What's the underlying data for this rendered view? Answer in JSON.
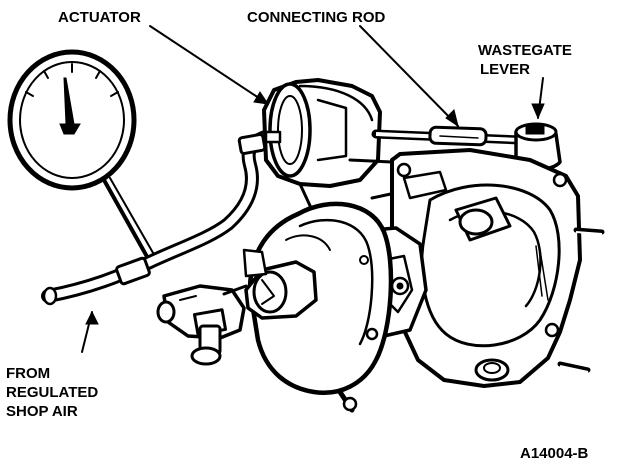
{
  "labels": {
    "actuator": "ACTUATOR",
    "connecting_rod": "CONNECTING ROD",
    "wastegate_lever_line1": "WASTEGATE",
    "wastegate_lever_line2": "LEVER",
    "from_line1": "FROM",
    "from_line2": "REGULATED",
    "from_line3": "SHOP AIR",
    "figure_id": "A14004-B"
  },
  "icons": {
    "gauge": "pressure-gauge-icon",
    "turbo": "turbocharger-icon"
  },
  "colors": {
    "ink": "#000000",
    "paper": "#ffffff"
  }
}
